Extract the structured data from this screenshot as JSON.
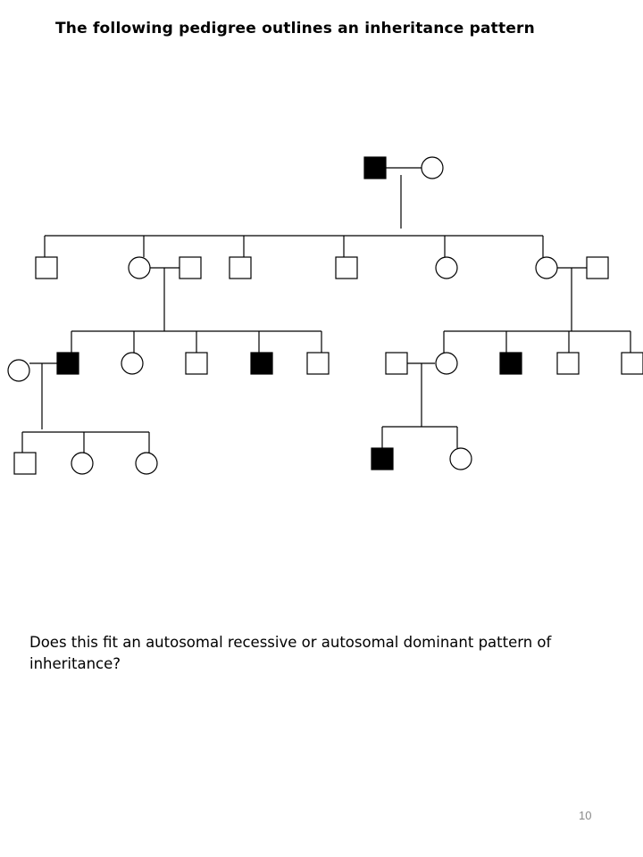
{
  "title": "The following pedigree outlines an inheritance pattern",
  "question": "Does this fit an autosomal recessive or autosomal dominant pattern of inheritance?",
  "page_number": "10",
  "colors": {
    "affected": "#000000",
    "unaffected": "#ffffff",
    "line": "#000000"
  },
  "pedigree": {
    "symbol_legend": {
      "square": "male",
      "circle": "female",
      "filled": "affected",
      "open": "unaffected"
    },
    "generations": [
      {
        "id": "I",
        "members": [
          {
            "id": "I-1",
            "sex": "male",
            "affected": true
          },
          {
            "id": "I-2",
            "sex": "female",
            "affected": false
          }
        ]
      },
      {
        "id": "II",
        "members": [
          {
            "id": "II-1",
            "sex": "male",
            "affected": false
          },
          {
            "id": "II-2",
            "sex": "female",
            "affected": false
          },
          {
            "id": "II-2-spouse",
            "sex": "male",
            "affected": false
          },
          {
            "id": "II-3",
            "sex": "male",
            "affected": false
          },
          {
            "id": "II-4",
            "sex": "male",
            "affected": false
          },
          {
            "id": "II-5",
            "sex": "female",
            "affected": false
          },
          {
            "id": "II-6",
            "sex": "female",
            "affected": false
          },
          {
            "id": "II-6-spouse",
            "sex": "male",
            "affected": false
          }
        ]
      },
      {
        "id": "III",
        "members": [
          {
            "id": "III-1-spouse",
            "sex": "female",
            "affected": false
          },
          {
            "id": "III-1",
            "sex": "male",
            "affected": true
          },
          {
            "id": "III-2",
            "sex": "female",
            "affected": false
          },
          {
            "id": "III-3",
            "sex": "male",
            "affected": false
          },
          {
            "id": "III-4",
            "sex": "male",
            "affected": true
          },
          {
            "id": "III-5",
            "sex": "male",
            "affected": false
          },
          {
            "id": "III-6-spouse",
            "sex": "male",
            "affected": false
          },
          {
            "id": "III-6",
            "sex": "female",
            "affected": false
          },
          {
            "id": "III-7",
            "sex": "male",
            "affected": true
          },
          {
            "id": "III-8",
            "sex": "male",
            "affected": false
          },
          {
            "id": "III-9",
            "sex": "male",
            "affected": false
          }
        ]
      },
      {
        "id": "IV",
        "members": [
          {
            "id": "IV-1",
            "sex": "male",
            "affected": false
          },
          {
            "id": "IV-2",
            "sex": "female",
            "affected": false
          },
          {
            "id": "IV-3",
            "sex": "female",
            "affected": false
          },
          {
            "id": "IV-4",
            "sex": "male",
            "affected": true
          },
          {
            "id": "IV-5",
            "sex": "female",
            "affected": false
          }
        ]
      }
    ],
    "matings": [
      {
        "partners": [
          "I-1",
          "I-2"
        ],
        "children": [
          "II-1",
          "II-2",
          "II-3",
          "II-4",
          "II-5",
          "II-6"
        ]
      },
      {
        "partners": [
          "II-2",
          "II-2-spouse"
        ],
        "children": [
          "III-1",
          "III-2",
          "III-3",
          "III-4",
          "III-5"
        ]
      },
      {
        "partners": [
          "II-6",
          "II-6-spouse"
        ],
        "children": [
          "III-6",
          "III-7",
          "III-8",
          "III-9"
        ]
      },
      {
        "partners": [
          "III-1-spouse",
          "III-1"
        ],
        "children": [
          "IV-1",
          "IV-2",
          "IV-3"
        ]
      },
      {
        "partners": [
          "III-6-spouse",
          "III-6"
        ],
        "children": [
          "IV-4",
          "IV-5"
        ]
      }
    ]
  }
}
